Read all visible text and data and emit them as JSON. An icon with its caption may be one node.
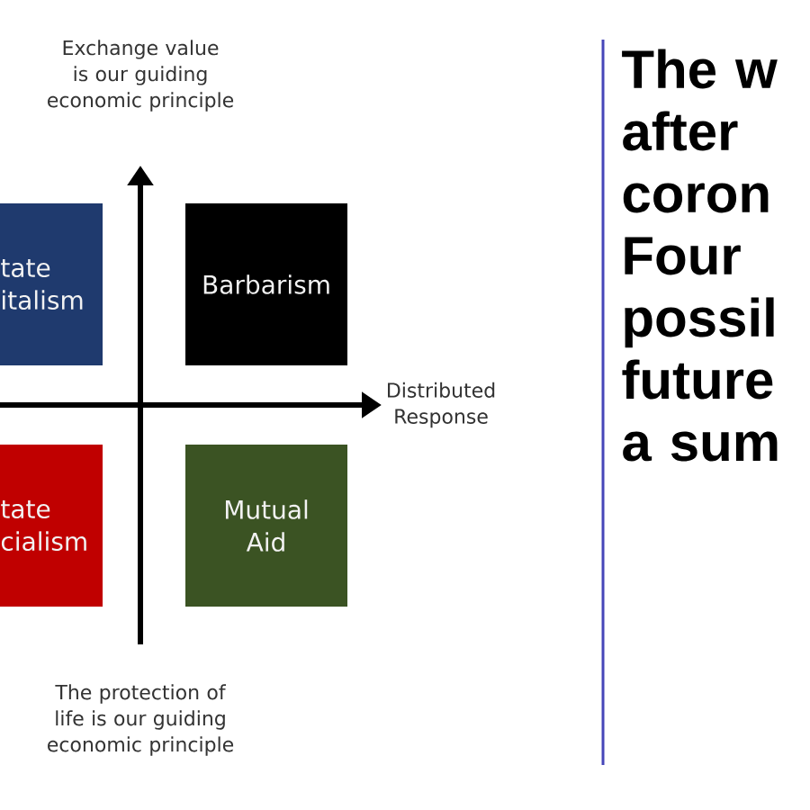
{
  "diagram": {
    "title": "The w after coron Four possil future a sum",
    "nodes": [
      {
        "text": [
          "tate italism"
        ]
      },
      {
        "text": [
          "Barbarism"
        ]
      },
      {
        "text": [
          "tate cialism"
        ]
      },
      {
        "text": [
          "Mutual Aid"
        ]
      }
    ],
    "labels": [
      "Exchange value is our guiding economic principle",
      "The protection of life is our guiding economic principle",
      "Distributed Response"
    ]
  }
}
